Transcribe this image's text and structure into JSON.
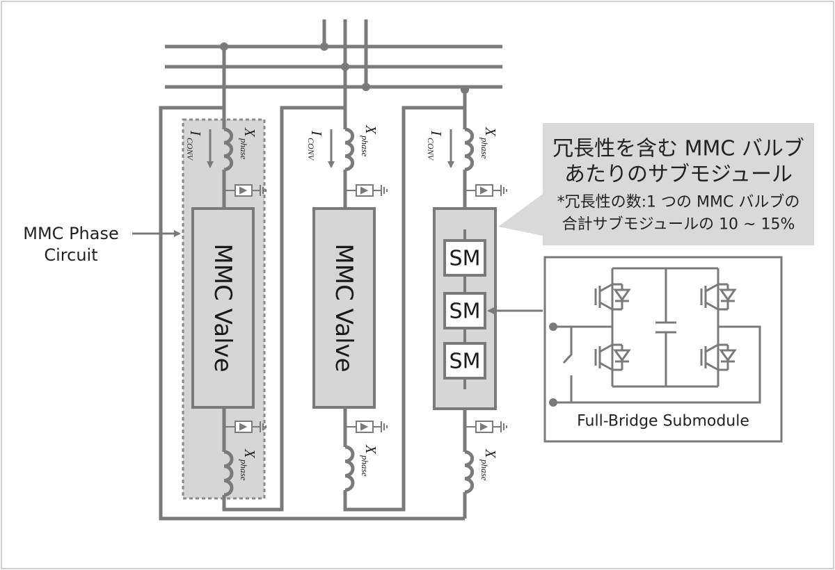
{
  "colors": {
    "line": "#7a7a7a",
    "fill": "#d6d6d6",
    "callout": "#d9d9d9",
    "frame": "#cfcfcf"
  },
  "labels": {
    "phase_circuit_line1": "MMC Phase",
    "phase_circuit_line2": "Circuit",
    "valve": "MMC Valve",
    "sm": "SM",
    "full_bridge": "Full-Bridge Submodule",
    "x_main": "X",
    "x_sub": "phase",
    "i_main": "I",
    "i_sub": "CONV"
  },
  "callout": {
    "title_line1": "冗長性を含む MMC バルブ",
    "title_line2": "あたりのサブモジュール",
    "note_line1": "*冗長性の数:1 つの MMC バルブの",
    "note_line2": "合計サブモジュールの 10 ~ 15%"
  },
  "icons": {
    "inductor": "inductor-coil-icon",
    "arrester": "surge-arrester-icon",
    "igbt": "igbt-diode-icon",
    "capacitor": "capacitor-icon",
    "switch": "bypass-switch-icon",
    "arrow": "arrow-icon",
    "node": "junction-node-icon"
  }
}
